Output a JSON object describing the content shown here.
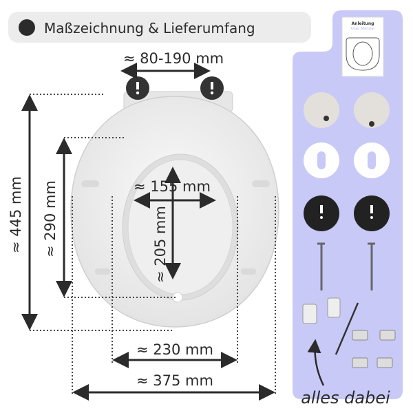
{
  "header": {
    "title": "Maßzeichnung & Lieferumfang"
  },
  "dimensions": {
    "hinge_spacing": "≈ 80-190 mm",
    "total_length": "≈ 445 mm",
    "inner_length_outer": "≈ 290 mm",
    "opening_width": "≈ 155 mm",
    "opening_length": "≈ 205 mm",
    "inner_width": "≈ 230 mm",
    "total_width": "≈ 375 mm"
  },
  "scope_of_delivery": {
    "manual_title": "Anleitung",
    "manual_subtitle": "User Manual",
    "caption": "alles dabei"
  },
  "colors": {
    "panel": "#c8c9f6",
    "header_bg": "#ececec",
    "text": "#2b2b2b",
    "seat": "#f1f1f1"
  }
}
